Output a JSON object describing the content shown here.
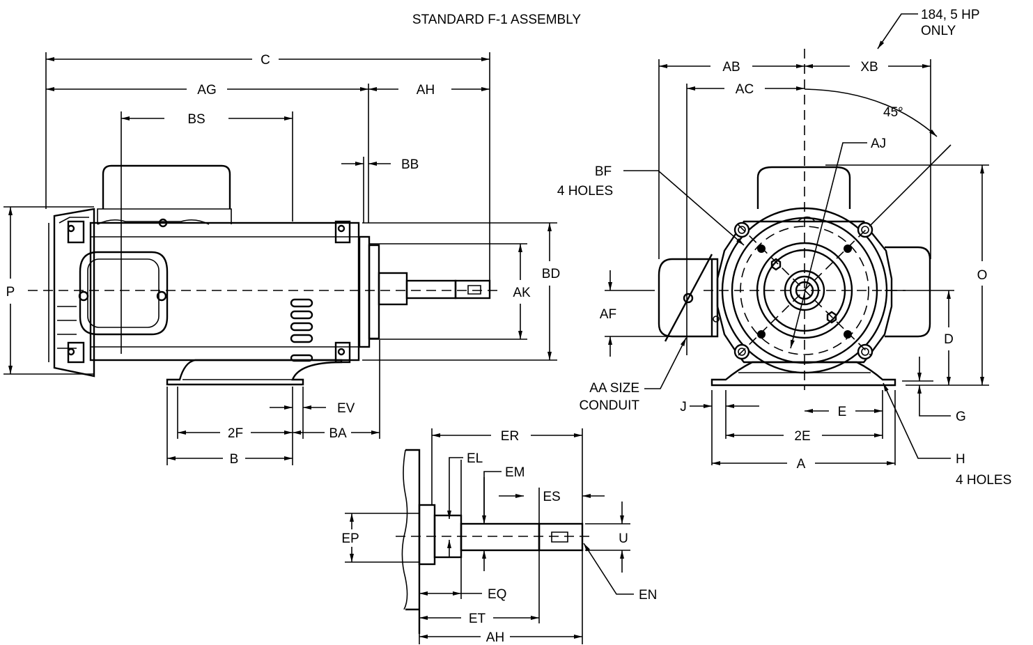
{
  "title": "STANDARD F-1 ASSEMBLY",
  "note": {
    "line1": "184, 5 HP",
    "line2": "ONLY"
  },
  "angle_label": "45°",
  "dims": {
    "C": "C",
    "AG": "AG",
    "AH": "AH",
    "BS": "BS",
    "BB": "BB",
    "BD": "BD",
    "AK": "AK",
    "P": "P",
    "EV": "EV",
    "F2": "2F",
    "BA": "BA",
    "B": "B",
    "AB": "AB",
    "XB": "XB",
    "AC": "AC",
    "AJ": "AJ",
    "O": "O",
    "AF": "AF",
    "D": "D",
    "J": "J",
    "E": "E",
    "G": "G",
    "E2": "2E",
    "A": "A",
    "ER": "ER",
    "EL": "EL",
    "EM": "EM",
    "ES": "ES",
    "EP": "EP",
    "U": "U",
    "EQ": "EQ",
    "EN": "EN",
    "ET": "ET",
    "AH2": "AH"
  },
  "callouts": {
    "bf": {
      "line1": "BF",
      "line2": "4 HOLES"
    },
    "aa": {
      "line1": "AA SIZE",
      "line2": "CONDUIT"
    },
    "h": {
      "line1": "H",
      "line2": "4 HOLES"
    }
  }
}
